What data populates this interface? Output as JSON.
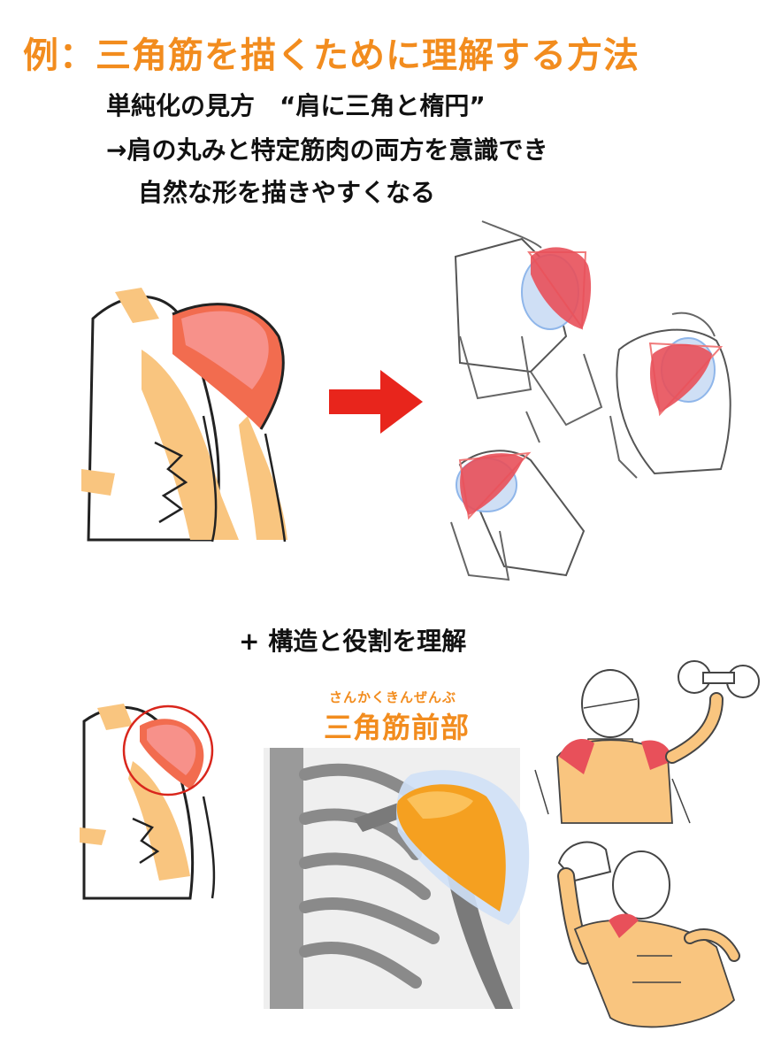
{
  "header": {
    "title": "例：三角筋を描くために理解する方法",
    "line1": "単純化の見方　“肩に三角と楕円”",
    "line2": "→肩の丸みと特定筋肉の両方を意識でき",
    "line3": "自然な形を描きやすくなる"
  },
  "section2": {
    "heading": "+ 構造と役割を理解",
    "label_reading": "さんかくきんぜんぶ",
    "label_name": "三角筋前部"
  },
  "colors": {
    "accent": "#f28c1e",
    "muscle_red": "#e8505a",
    "skin": "#f9c57f",
    "arrow": "#e8251c",
    "guide_blue": "#8fb6ea",
    "bone_gray": "#8a8a8a"
  }
}
